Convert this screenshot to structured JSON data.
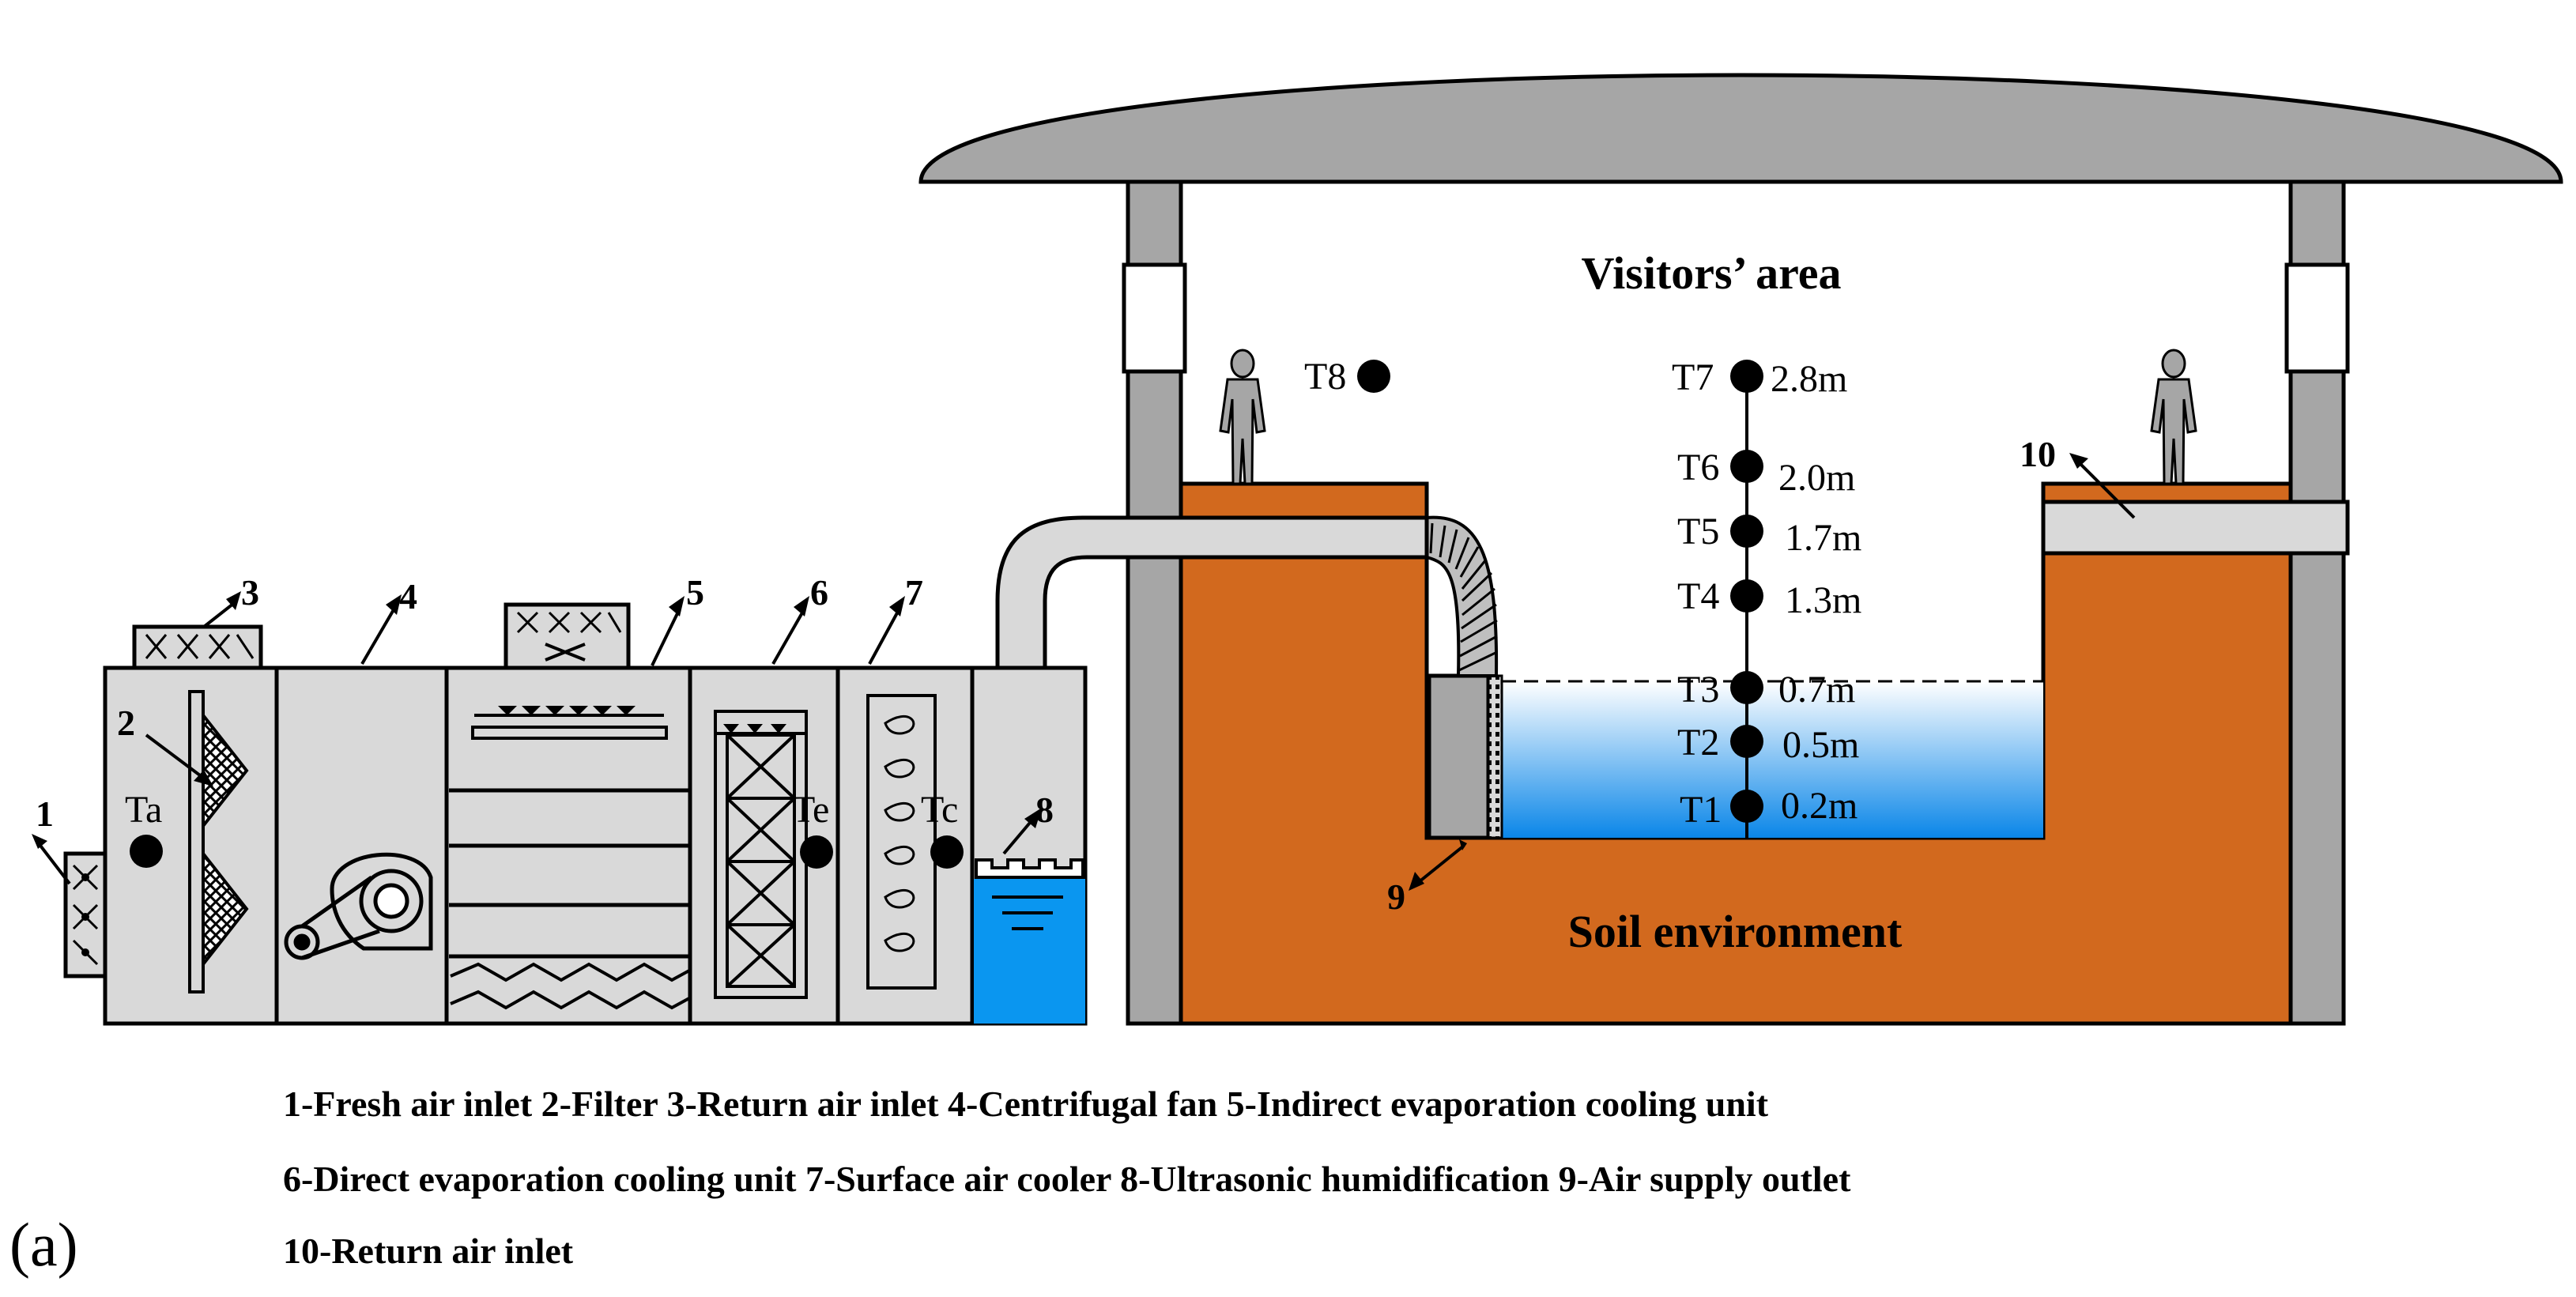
{
  "visitors_area": "Visitors’ area",
  "soil_environment": "Soil environment",
  "panel_label": "(a)",
  "labels": {
    "n1": "1",
    "n2": "2",
    "n3": "3",
    "n4": "4",
    "n5": "5",
    "n6": "6",
    "n7": "7",
    "n8": "8",
    "n9": "9",
    "n10": "10"
  },
  "sensors": {
    "ta": "Ta",
    "te": "Te",
    "tc": "Tc",
    "t8": "T8"
  },
  "pole_sensors": [
    {
      "name": "T7",
      "height": "2.8m"
    },
    {
      "name": "T6",
      "height": "2.0m"
    },
    {
      "name": "T5",
      "height": "1.7m"
    },
    {
      "name": "T4",
      "height": "1.3m"
    },
    {
      "name": "T3",
      "height": "0.7m"
    },
    {
      "name": "T2",
      "height": "0.5m"
    },
    {
      "name": "T1",
      "height": "0.2m"
    }
  ],
  "legend": {
    "line1": "1-Fresh air inlet 2-Filter 3-Return air inlet 4-Centrifugal fan 5-Indirect evaporation cooling unit",
    "line2": "6-Direct evaporation cooling unit 7-Surface air cooler 8-Ultrasonic humidification 9-Air supply outlet",
    "line3": "10-Return air inlet"
  },
  "colors": {
    "unit_fill": "#d9d9d9",
    "roof_fill": "#a6a6a6",
    "soil_fill": "#d2691e",
    "water_top": "#ffffff",
    "water_bottom": "#0a86e8",
    "tank_water": "#0a96f0"
  }
}
